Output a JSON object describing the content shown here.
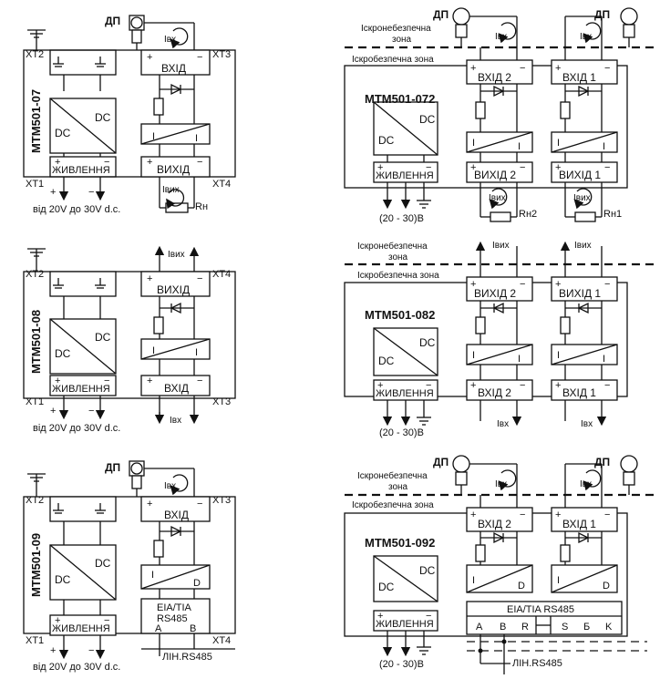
{
  "labels": {
    "dp": "ДП",
    "xt1": "XT1",
    "xt2": "XT2",
    "xt3": "XT3",
    "xt4": "XT4",
    "vkhid": "ВХІД",
    "vykhid": "ВИХІД",
    "zhyvlennia": "ЖИВЛЕННЯ",
    "dc": "DC",
    "i": "I",
    "d": "D",
    "plus": "+",
    "minus": "−",
    "ivx": "Iвх",
    "ivyx": "Iвих",
    "rn": "Rн",
    "supply_range": "від 20V до 30V d.c.",
    "eia": "EIA/TIA",
    "rs485": "RS485",
    "a": "A",
    "b": "B",
    "lin": "ЛІН.RS485",
    "iskronebezpechna": "Іскронебезпечна",
    "zona": "зона",
    "iskrobezpechna": "Іскробезпечна зона",
    "vkhid2": "ВХІД 2",
    "vkhid1": "ВХІД 1",
    "vykhid2": "ВИХІД 2",
    "vykhid1": "ВИХІД 1",
    "rn2": "Rн2",
    "rn1": "Rн1",
    "range_short": "(20 - 30)В",
    "eia_rs485": "EIA/TIA   RS485",
    "r": "R",
    "s": "S",
    "bb": "Б",
    "k": "K"
  },
  "models": {
    "m07": "МТМ501-07",
    "m08": "МТМ501-08",
    "m09": "МТМ501-09",
    "m072": "МТМ501-072",
    "m082": "МТМ501-082",
    "m092": "МТМ501-092"
  }
}
